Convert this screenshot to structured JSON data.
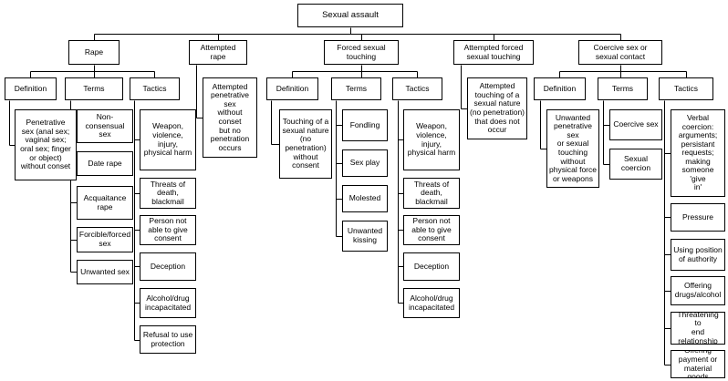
{
  "colors": {
    "line": "#000000",
    "box_border": "#000000",
    "box_fill": "#ffffff",
    "text": "#000000"
  },
  "root": {
    "label": "Sexual assault"
  },
  "categories": [
    {
      "label": "Rape",
      "groups": [
        {
          "label": "Definition",
          "items": [
            "Penetrative\nsex  (anal sex;\nvaginal sex;\noral sex; finger\nor object)\nwithout conset"
          ]
        },
        {
          "label": "Terms",
          "items": [
            "Non-\nconsensual sex",
            "Date rape",
            "Acquaitance\nrape",
            "Forcible/forced\nsex",
            "Unwanted sex"
          ]
        },
        {
          "label": "Tactics",
          "items": [
            "Weapon,\nviolence, injury,\nphysical harm",
            "Threats of\ndeath,\nblackmail",
            "Person not\nable to give\nconsent",
            "Deception",
            "Alcohol/drug\nincapacitated",
            "Refusal to use\nprotection"
          ]
        }
      ]
    },
    {
      "label": "Attempted rape",
      "items": [
        "Attempted\npenetrative sex\nwithout conset\nbut no\npenetration\noccurs"
      ]
    },
    {
      "label": "Forced sexual\ntouching",
      "groups": [
        {
          "label": "Definition",
          "items": [
            "Touching of a\nsexual nature\n(no penetration)\nwithout consent"
          ]
        },
        {
          "label": "Terms",
          "items": [
            "Fondling",
            "Sex play",
            "Molested",
            "Unwanted\nkissing"
          ]
        },
        {
          "label": "Tactics",
          "items": [
            "Weapon,\nviolence, injury,\nphysical harm",
            "Threats of\ndeath,\nblackmail",
            "Person not\nable to give\nconsent",
            "Deception",
            "Alcohol/drug\nincapacitated"
          ]
        }
      ]
    },
    {
      "label": "Attempted forced\nsexual touching",
      "items": [
        "Attempted\ntouching of a\nsexual nature\n(no penetration)\nthat does not\noccur"
      ]
    },
    {
      "label": "Coercive sex or\nsexual contact",
      "groups": [
        {
          "label": "Definition",
          "items": [
            "Unwanted\npenetrative sex\nor sexual\ntouching\nwithout\nphysical force\nor weapons"
          ]
        },
        {
          "label": "Terms",
          "items": [
            "Coercive sex",
            "Sexual\ncoercion"
          ]
        },
        {
          "label": "Tactics",
          "items": [
            "Verbal\ncoercion:\narguments;\npersistant\nrequests;\nmaking\nsomeone 'give\nin'",
            "Pressure",
            "Using position\nof authority",
            "Offering\ndrugs/alcohol",
            "Threatening to\nend\nrelationship",
            "Offering\npayment or\nmaterial goods"
          ]
        }
      ]
    }
  ]
}
